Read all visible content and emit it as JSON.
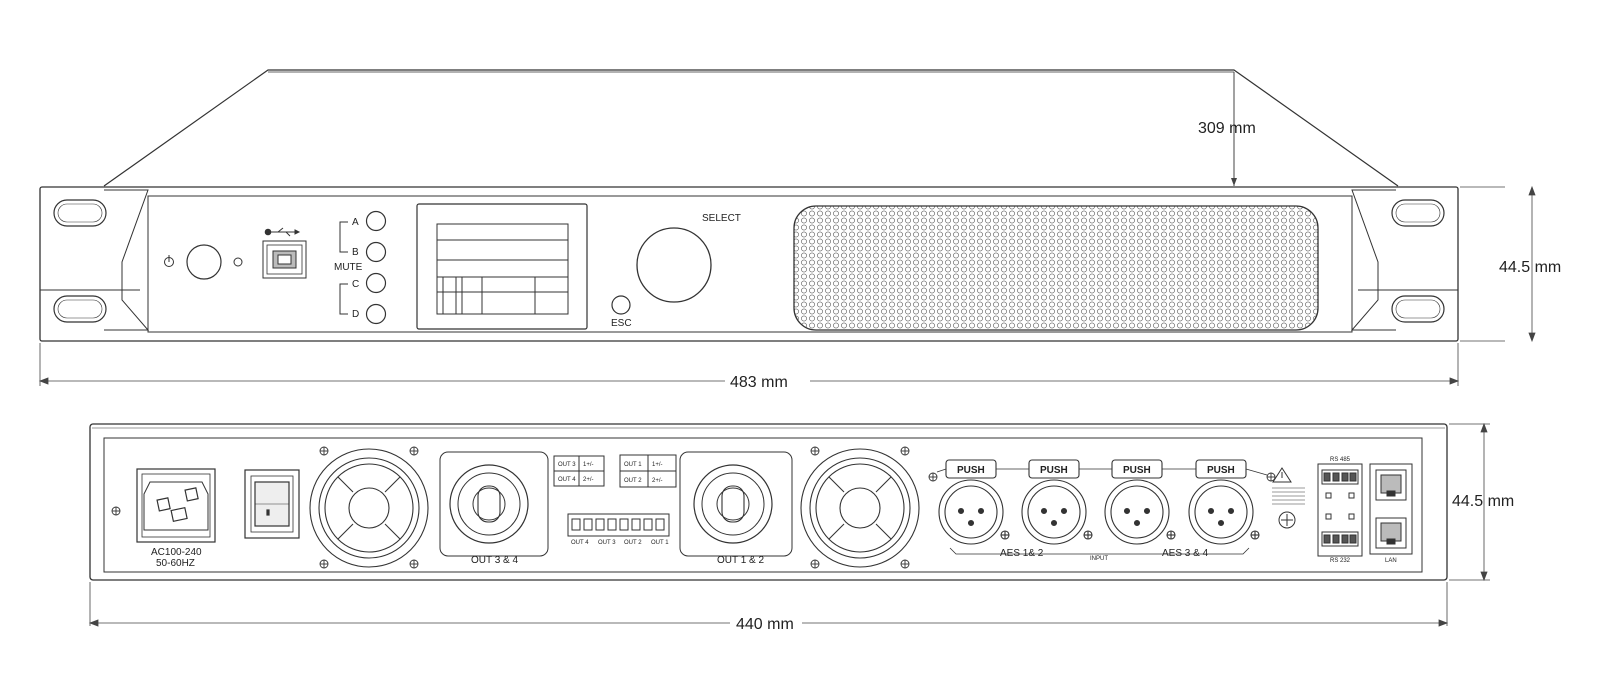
{
  "dimensions": {
    "depth": "309 mm",
    "height_front": "44.5 mm",
    "width_front": "483  mm",
    "height_rear": "44.5 mm",
    "width_rear": "440 mm"
  },
  "front_panel": {
    "mute_label": "MUTE",
    "channels": [
      "A",
      "B",
      "C",
      "D"
    ],
    "select_label": "SELECT",
    "esc_label": "ESC"
  },
  "rear_panel": {
    "power_rating_1": "AC100-240",
    "power_rating_2": "50-60HZ",
    "out34_label": "OUT 3 & 4",
    "out12_label": "OUT 1 & 2",
    "out34_table": [
      [
        "OUT 3",
        "1+/-"
      ],
      [
        "OUT 4",
        "2+/-"
      ]
    ],
    "out12_table": [
      [
        "OUT 1",
        "1+/-"
      ],
      [
        "OUT 2",
        "2+/-"
      ]
    ],
    "terminal_labels": [
      "OUT 4",
      "OUT 3",
      "OUT 2",
      "OUT 1"
    ],
    "push_label": "PUSH",
    "aes12_label": "AES 1& 2",
    "aes34_label": "AES 3 & 4",
    "input_label": "INPUT",
    "rs485_label": "RS 485",
    "rs232_label": "RS 232",
    "lan_label": "LAN"
  }
}
